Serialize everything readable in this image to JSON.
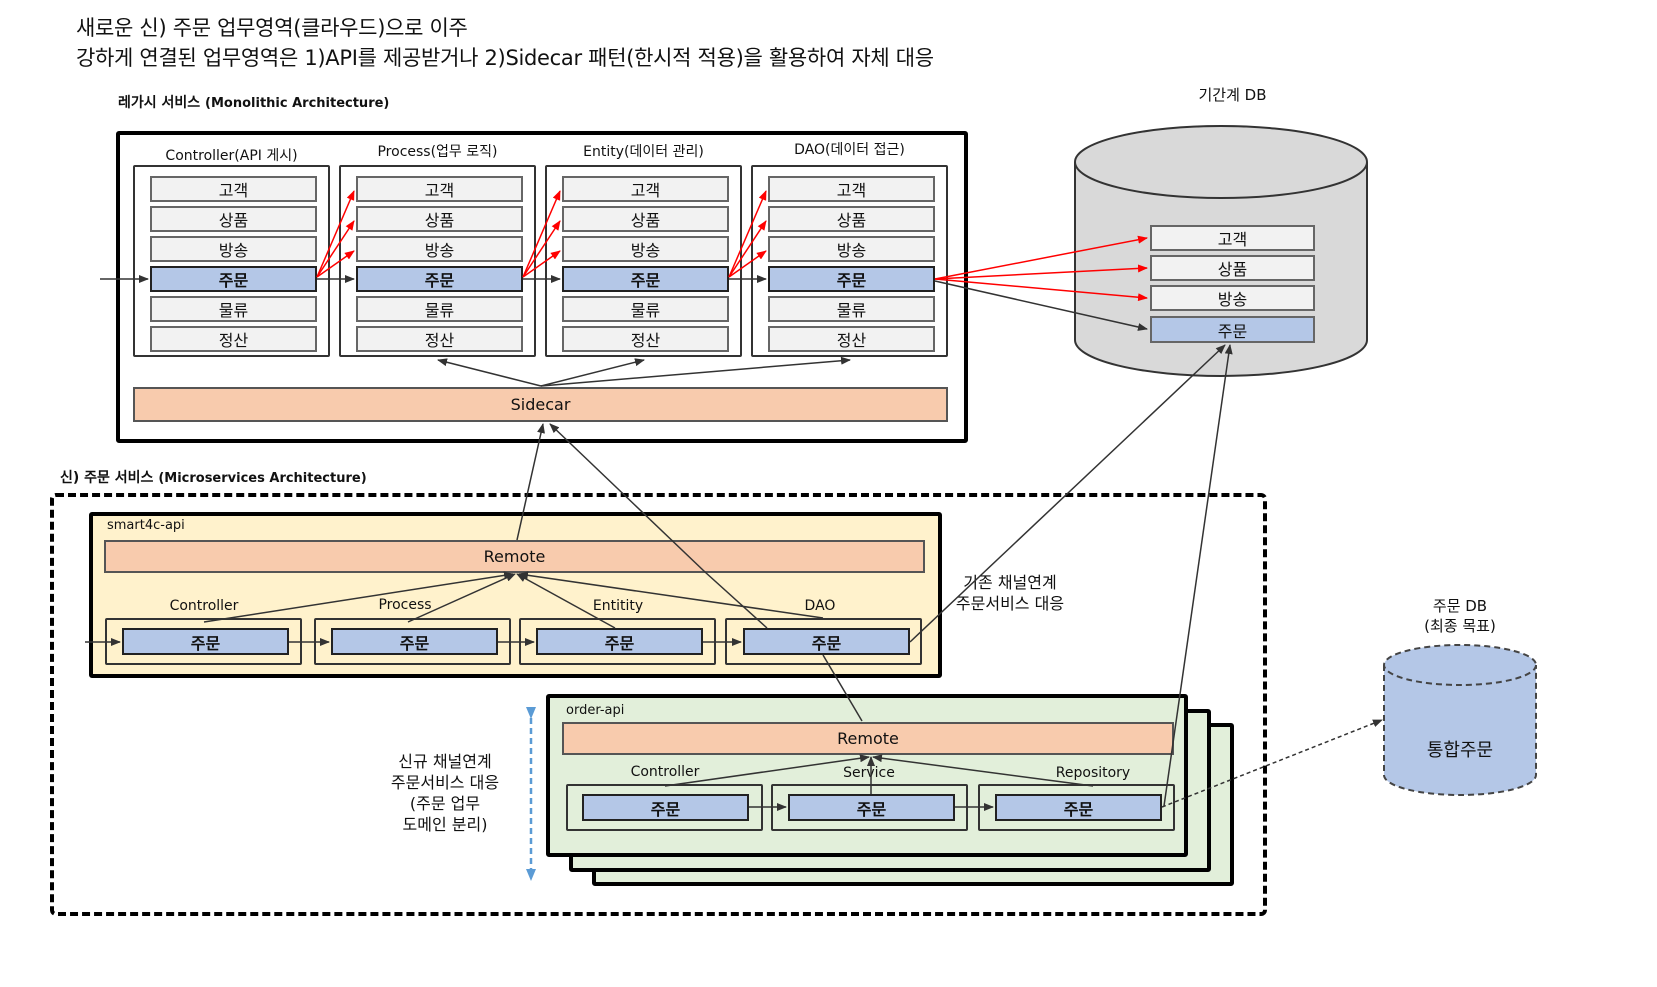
{
  "title": {
    "line1": "새로운 신) 주문 업무영역(클라우드)으로 이주",
    "line2": "강하게 연결된 업무영역은 1)API를 제공받거나 2)Sidecar 패턴(한시적 적용)을 활용하여 자체 대응"
  },
  "legacy": {
    "label_ko": "레가시 서비스",
    "label_en": "(Monolithic Architecture)",
    "columns": [
      {
        "head": "Controller(API 게시)"
      },
      {
        "head": "Process(업무 로직)"
      },
      {
        "head": "Entity(데이터 관리)"
      },
      {
        "head": "DAO(데이터 접근)"
      }
    ],
    "rows": [
      "고객",
      "상품",
      "방송",
      "주문",
      "물류",
      "정산"
    ],
    "sidecar": "Sidecar"
  },
  "core_db": {
    "title": "기간계 DB",
    "rows": [
      "고객",
      "상품",
      "방송",
      "주문"
    ]
  },
  "micro": {
    "label_ko": "신) 주문 서비스",
    "label_en": "(Microservices Architecture)",
    "smart": {
      "name": "smart4c-api",
      "remote": "Remote",
      "groups": [
        "Controller",
        "Process",
        "Entitity",
        "DAO"
      ],
      "cell": "주문"
    },
    "order": {
      "name": "order-api",
      "remote": "Remote",
      "groups": [
        "Controller",
        "Service",
        "Repository"
      ],
      "cell": "주문"
    }
  },
  "notes": {
    "existing": [
      "기존 채널연계",
      "주문서비스 대응"
    ],
    "new": [
      "신규 채널연계",
      "주문서비스 대응",
      "(주문 업무",
      "도메인 분리)"
    ]
  },
  "order_db": {
    "title1": "주문 DB",
    "title2": "(최종 목표)",
    "body": "통합주문"
  },
  "colors": {
    "highlight": "#b4c7e7",
    "remote": "#f8cbad",
    "smart_bg": "#fff2cc",
    "order_bg": "#e2efda",
    "arrow_red": "#ff0000",
    "db_gray": "#d9d9d9",
    "order_db": "#b4c7e7",
    "scale_arrow": "#5b9bd5"
  }
}
